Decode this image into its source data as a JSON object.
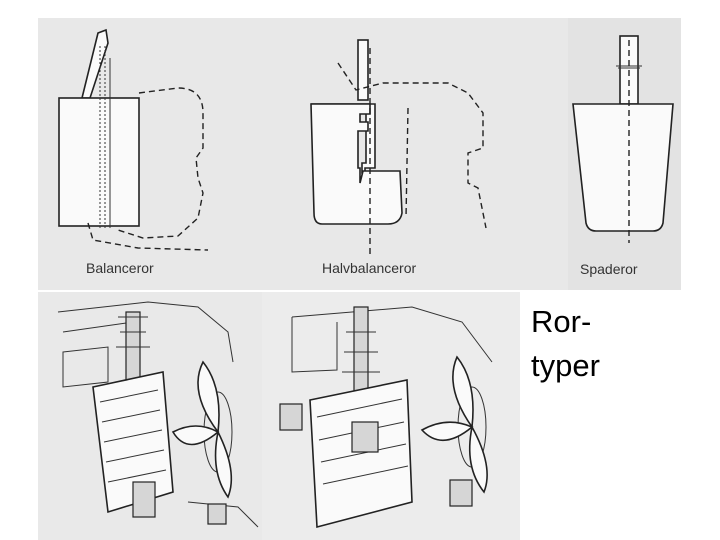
{
  "captions": {
    "balanced": "Balanceror",
    "semi_balanced": "Halvbalanceror",
    "spade": "Spaderor"
  },
  "title": {
    "line1": "Ror-",
    "line2": "typer"
  }
}
